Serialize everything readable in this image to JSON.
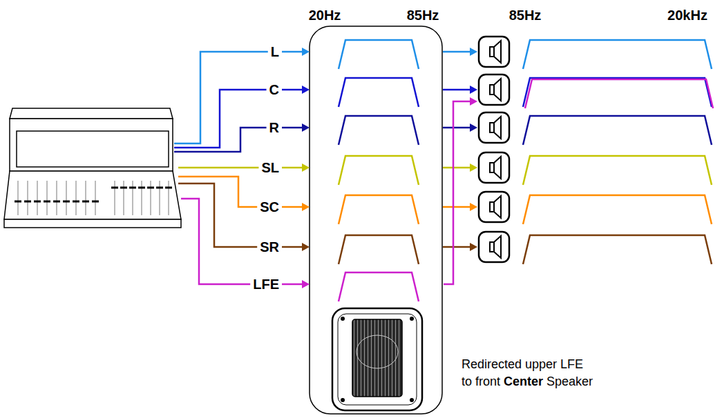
{
  "diagram": {
    "labels": [
      "20Hz",
      "85Hz",
      "85Hz",
      "20kHz",
      "L",
      "C",
      "R",
      "SL",
      "SC",
      "SR",
      "LFE",
      "Redirected upper LFE",
      "to front",
      "Center",
      "Speaker"
    ]
  }
}
